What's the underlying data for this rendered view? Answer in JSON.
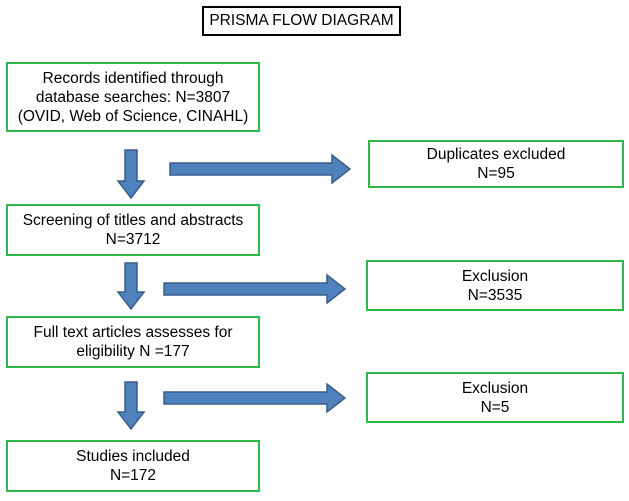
{
  "title": "PRISMA FLOW DIAGRAM",
  "boxes": {
    "identified": "Records identified through\ndatabase searches: N=3807\n(OVID, Web of Science, CINAHL)",
    "duplicates": "Duplicates excluded\nN=95",
    "screening": "Screening of titles and abstracts\nN=3712",
    "exclusion1": "Exclusion\nN=3535",
    "fulltext": "Full text articles assesses for\neligibility N =177",
    "exclusion2": "Exclusion\nN=5",
    "included": "Studies included\nN=172"
  },
  "colors": {
    "box_border": "#2eb84a",
    "arrow_fill": "#4f81bd",
    "arrow_stroke": "#385d8a"
  }
}
